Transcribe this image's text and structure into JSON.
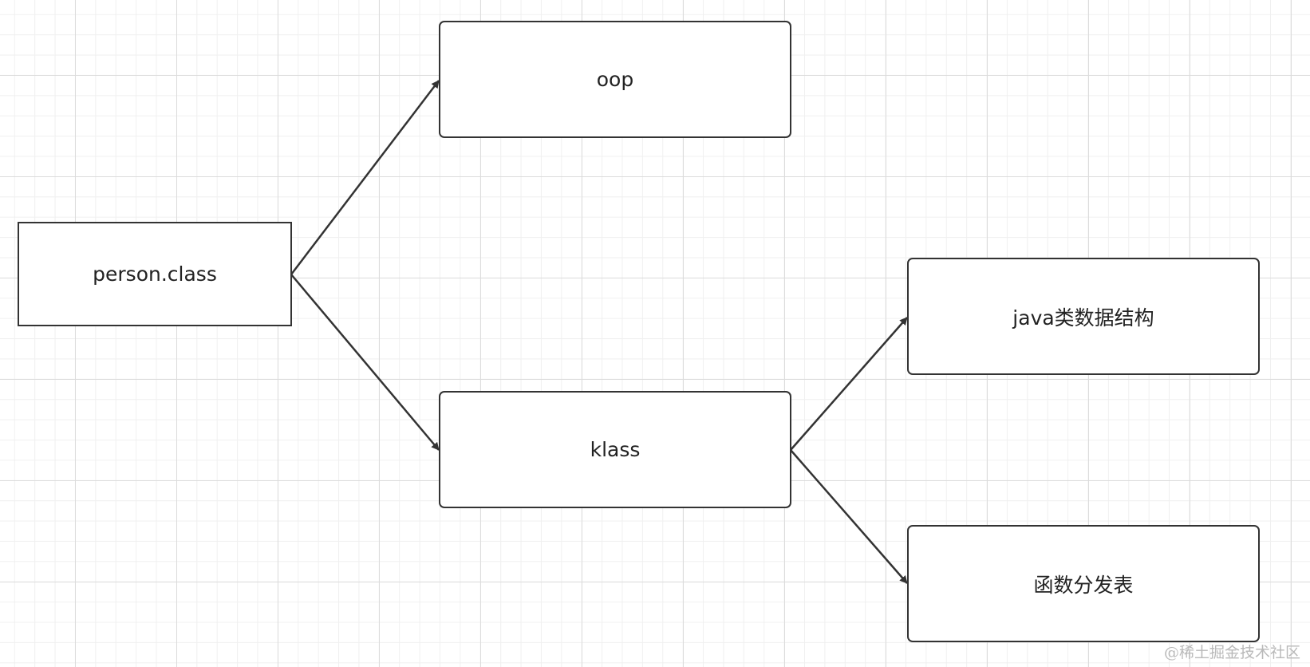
{
  "nodes": {
    "person_class": "person.class",
    "oop": "oop",
    "klass": "klass",
    "java_struct": "java类数据结构",
    "dispatch_table": "函数分发表"
  },
  "edges": [
    {
      "from": "person.class",
      "to": "oop"
    },
    {
      "from": "person.class",
      "to": "klass"
    },
    {
      "from": "klass",
      "to": "java类数据结构"
    },
    {
      "from": "klass",
      "to": "函数分发表"
    }
  ],
  "watermark": "@稀土掘金技术社区",
  "colors": {
    "stroke": "#333333",
    "grid_major": "#dcdcdc",
    "grid_minor": "#f0f0f0",
    "watermark": "#b9b9b9"
  }
}
